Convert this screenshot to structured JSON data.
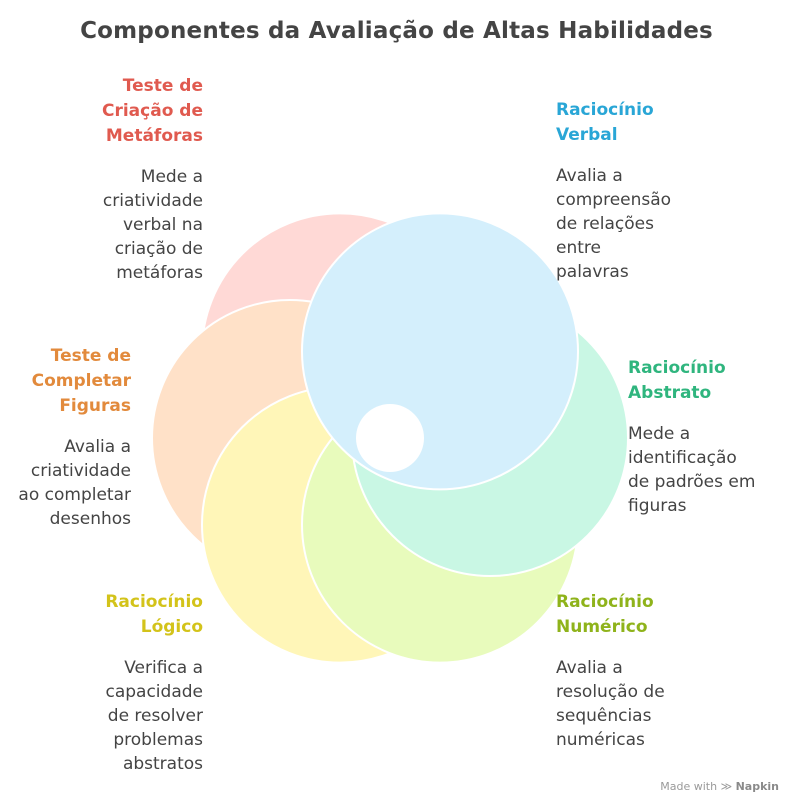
{
  "title": "Componentes da Avaliação de Altas Habilidades",
  "components": [
    {
      "heading": "Teste de\nCriação de\nMetáforas",
      "description": "Mede a\ncriatividade\nverbal na\ncriação de\nmetáforas",
      "color": "#e05a4f",
      "petal_color": "#ffd9d6"
    },
    {
      "heading": "Raciocínio\nVerbal",
      "description": "Avalia a\ncompreensão\nde relações\nentre\npalavras",
      "color": "#29a6d6",
      "petal_color": "#d4effc"
    },
    {
      "heading": "Raciocínio\nAbstrato",
      "description": "Mede a\nidentificação\nde padrões em\nfiguras",
      "color": "#2fb57e",
      "petal_color": "#c9f7e4"
    },
    {
      "heading": "Raciocínio\nNumérico",
      "description": "Avalia a\nresolução de\nsequências\nnuméricas",
      "color": "#8fb31b",
      "petal_color": "#e8fbbc"
    },
    {
      "heading": "Raciocínio\nLógico",
      "description": "Verifica a\ncapacidade\nde resolver\nproblemas\nabstratos",
      "color": "#d3c31a",
      "petal_color": "#fff6b8"
    },
    {
      "heading": "Teste de\nCompletar\nFiguras",
      "description": "Avalia a\ncriatividade\nao completar\ndesenhos",
      "color": "#e28a3c",
      "petal_color": "#ffe1c8"
    }
  ],
  "footer": {
    "prefix": "Made with",
    "brand": "Napkin"
  }
}
